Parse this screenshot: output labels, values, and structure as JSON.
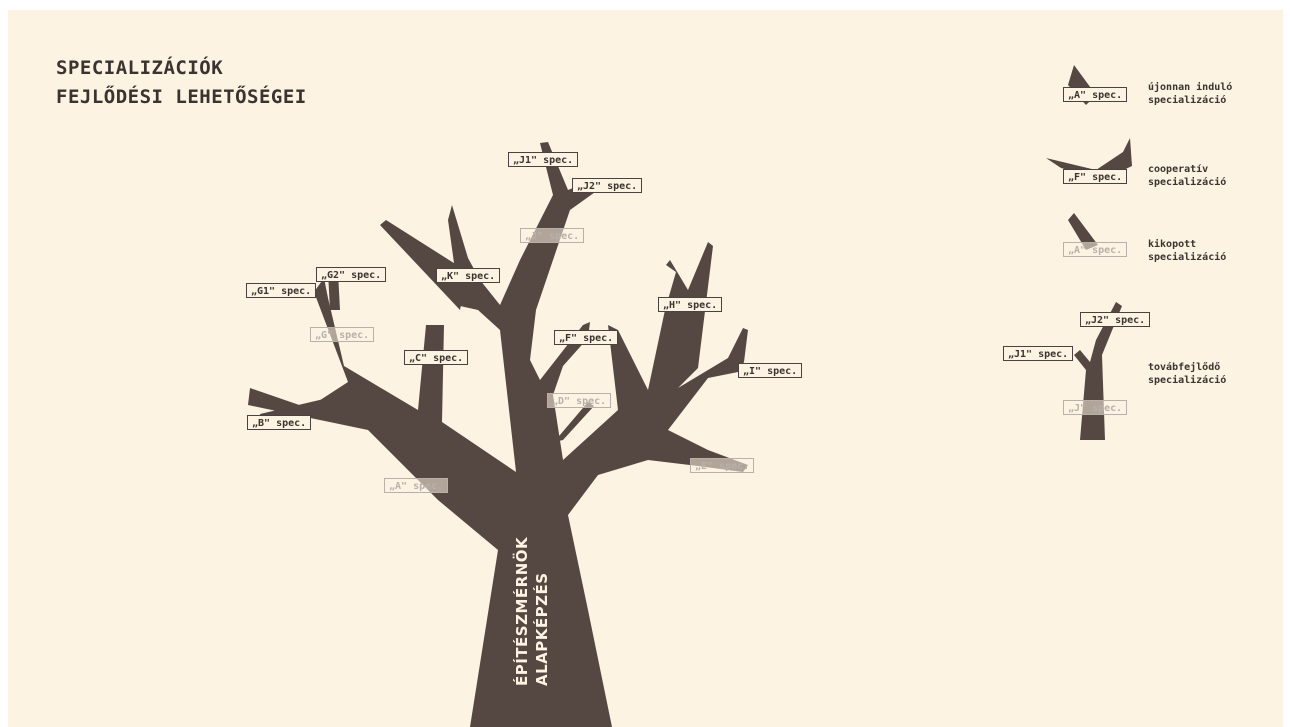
{
  "title": {
    "line1": "SPECIALIZÁCIÓK",
    "line2": "FEJLŐDÉSI LEHETŐSÉGEI"
  },
  "trunk": {
    "line1": "ÉPÍTÉSZMÉRNÖK",
    "line2": "ALAPKÉPZÉS"
  },
  "colors": {
    "background": "#fdf3e2",
    "tree": "#554843",
    "text": "#3a3330",
    "faded": "#b9b0ab"
  },
  "tree_labels": {
    "j1": "„J1\" spec.",
    "j2": "„J2\" spec.",
    "j": "„J\" spec.",
    "k": "„K\" spec.",
    "g1": "„G1\" spec.",
    "g2": "„G2\" spec.",
    "g": "„G\" spec.",
    "c": "„C\" spec.",
    "f": "„F\" spec.",
    "h": "„H\" spec.",
    "i": "„I\" spec.",
    "b": "„B\" spec.",
    "d": "„D\" spec.",
    "e": "„E\" spec.",
    "a": "„A\" spec."
  },
  "legend": [
    {
      "label": "„A\" spec.",
      "text1": "újonnan induló",
      "text2": "specializáció"
    },
    {
      "label": "„F\" spec.",
      "text1": "cooperatív",
      "text2": "specializáció"
    },
    {
      "label": "„A\" spec.",
      "text1": "kikopott",
      "text2": "specializáció"
    },
    {
      "label_j1": "„J1\" spec.",
      "label_j2": "„J2\" spec.",
      "label_j": "„J\" spec.",
      "text1": "továbfejlődő",
      "text2": "specializáció"
    }
  ]
}
